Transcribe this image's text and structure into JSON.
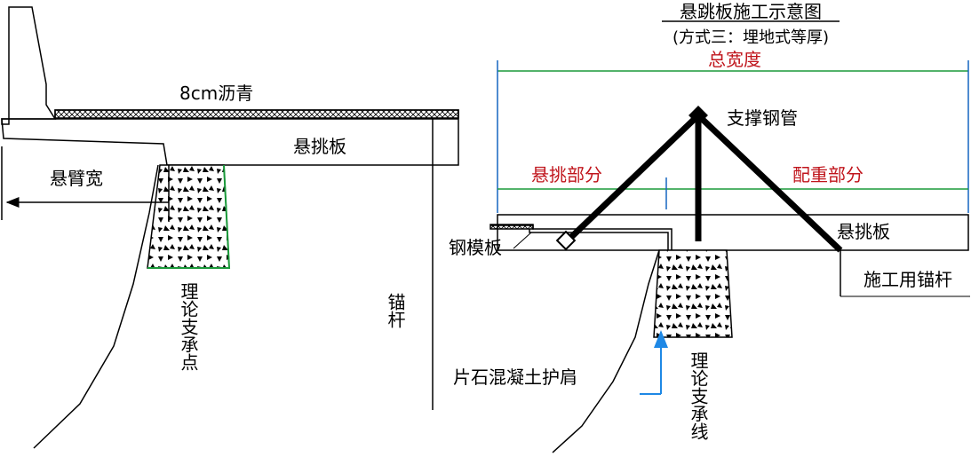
{
  "title": "悬跳板施工示意图",
  "subtitle": "(方式三：埋地式等厚)",
  "left": {
    "asphalt_label": "8cm沥青",
    "slab_label": "悬挑板",
    "arm_label": "悬臂宽",
    "support_point_label": "理论支承点",
    "anchor_label": "锚杆"
  },
  "right": {
    "total_width_label": "总宽度",
    "pipe_label": "支撑钢管",
    "cantilever_part_label": "悬挑部分",
    "counterweight_part_label": "配重部分",
    "slab_label": "悬挑板",
    "formwork_label": "钢模板",
    "anchor_label": "施工用锚杆",
    "shoulder_label": "片石混凝土护肩",
    "support_line_label": "理论支承线"
  },
  "colors": {
    "line": "#000000",
    "red_text": "#c0151c",
    "green_line": "#1a9a3a",
    "blue_line": "#1565c0",
    "arrow_blue": "#1e88e5"
  }
}
